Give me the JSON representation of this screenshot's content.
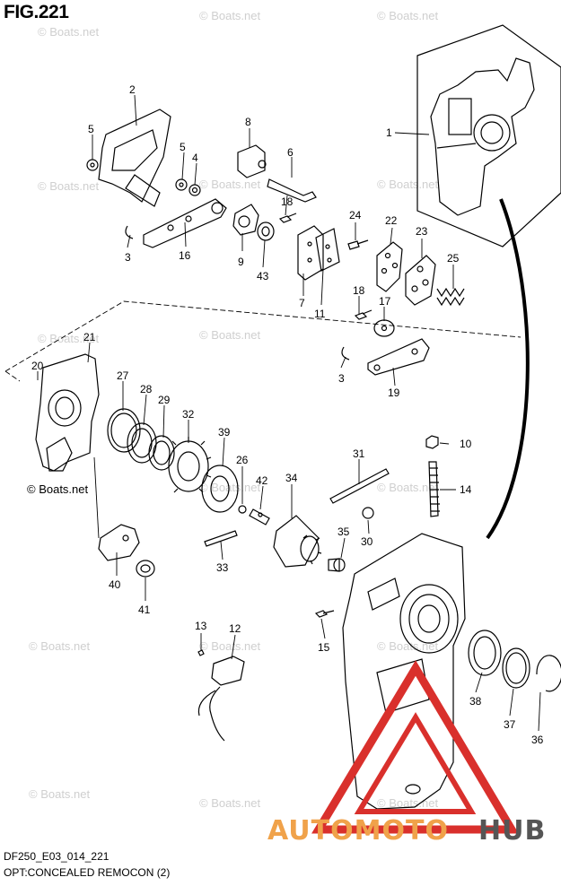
{
  "figure": {
    "title": "FIG.221",
    "code": "DF250_E03_014_221",
    "description": "OPT:CONCEALED REMOCON (2)"
  },
  "watermark": {
    "text": "© Boats.net",
    "color": "#cfcfcf"
  },
  "brand": {
    "part1": "AUTOMOTO",
    "part2": "HUB",
    "part1_color": "#f0a24a",
    "part2_color": "#555555",
    "logo_color": "#d9302c",
    "logo_icon": "triangle-logo-icon"
  },
  "callouts": [
    {
      "id": "1",
      "label": "1"
    },
    {
      "id": "2",
      "label": "2"
    },
    {
      "id": "3a",
      "label": "3"
    },
    {
      "id": "3b",
      "label": "3"
    },
    {
      "id": "4",
      "label": "4"
    },
    {
      "id": "5a",
      "label": "5"
    },
    {
      "id": "5b",
      "label": "5"
    },
    {
      "id": "6",
      "label": "6"
    },
    {
      "id": "7",
      "label": "7"
    },
    {
      "id": "8",
      "label": "8"
    },
    {
      "id": "9",
      "label": "9"
    },
    {
      "id": "10",
      "label": "10"
    },
    {
      "id": "11",
      "label": "11"
    },
    {
      "id": "12",
      "label": "12"
    },
    {
      "id": "13",
      "label": "13"
    },
    {
      "id": "14",
      "label": "14"
    },
    {
      "id": "15",
      "label": "15"
    },
    {
      "id": "16",
      "label": "16"
    },
    {
      "id": "17",
      "label": "17"
    },
    {
      "id": "18a",
      "label": "18"
    },
    {
      "id": "18b",
      "label": "18"
    },
    {
      "id": "19",
      "label": "19"
    },
    {
      "id": "20",
      "label": "20"
    },
    {
      "id": "21",
      "label": "21"
    },
    {
      "id": "22",
      "label": "22"
    },
    {
      "id": "23",
      "label": "23"
    },
    {
      "id": "24",
      "label": "24"
    },
    {
      "id": "25",
      "label": "25"
    },
    {
      "id": "26",
      "label": "26"
    },
    {
      "id": "27",
      "label": "27"
    },
    {
      "id": "28",
      "label": "28"
    },
    {
      "id": "29",
      "label": "29"
    },
    {
      "id": "30",
      "label": "30"
    },
    {
      "id": "31",
      "label": "31"
    },
    {
      "id": "32",
      "label": "32"
    },
    {
      "id": "33",
      "label": "33"
    },
    {
      "id": "34",
      "label": "34"
    },
    {
      "id": "35",
      "label": "35"
    },
    {
      "id": "36",
      "label": "36"
    },
    {
      "id": "37",
      "label": "37"
    },
    {
      "id": "38",
      "label": "38"
    },
    {
      "id": "39",
      "label": "39"
    },
    {
      "id": "40",
      "label": "40"
    },
    {
      "id": "41",
      "label": "41"
    },
    {
      "id": "42",
      "label": "42"
    },
    {
      "id": "43",
      "label": "43"
    }
  ]
}
